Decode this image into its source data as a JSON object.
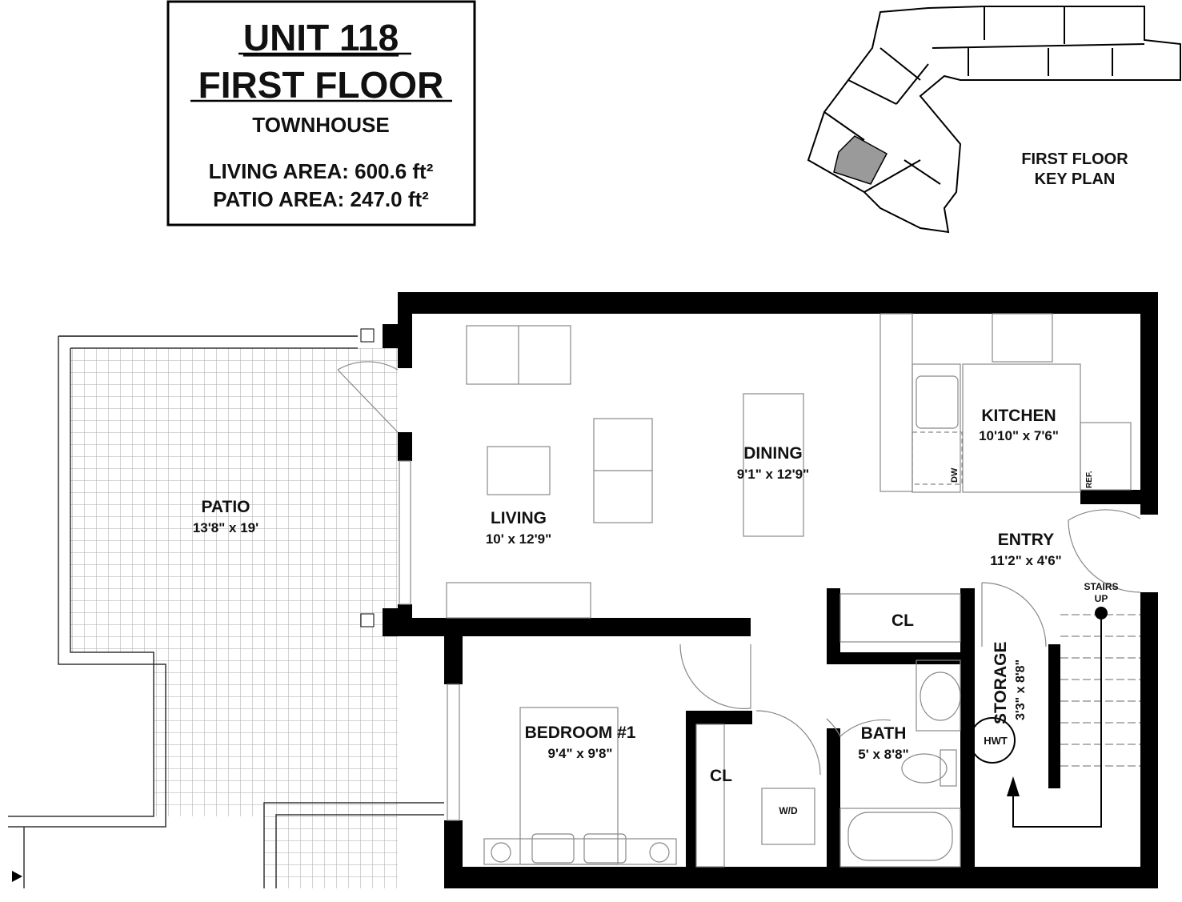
{
  "title_block": {
    "unit": "UNIT 118",
    "floor": "FIRST FLOOR",
    "type": "TOWNHOUSE",
    "living_area": "LIVING AREA: 600.6 ft²",
    "patio_area": "PATIO AREA: 247.0 ft²"
  },
  "key_plan": {
    "line1": "FIRST FLOOR",
    "line2": "KEY PLAN",
    "highlight_color": "#9a9a9a"
  },
  "rooms": {
    "patio": {
      "name": "PATIO",
      "size": "13'8\" x 19'"
    },
    "living": {
      "name": "LIVING",
      "size": "10' x 12'9\""
    },
    "dining": {
      "name": "DINING",
      "size": "9'1\" x 12'9\""
    },
    "kitchen": {
      "name": "KITCHEN",
      "size": "10'10\" x 7'6\""
    },
    "entry": {
      "name": "ENTRY",
      "size": "11'2\" x 4'6\""
    },
    "bedroom": {
      "name": "BEDROOM #1",
      "size": "9'4\" x 9'8\""
    },
    "closet_upper": {
      "name": "CL"
    },
    "closet_bedroom": {
      "name": "CL"
    },
    "bath": {
      "name": "BATH",
      "size": "5' x 8'8\""
    },
    "storage": {
      "name": "STORAGE",
      "size": "3'3\" x 8'8\""
    }
  },
  "fixtures": {
    "hwt": "HWT",
    "wd": "W/D",
    "dw": "DW",
    "ref": "REF.",
    "stairs_line1": "STAIRS",
    "stairs_line2": "UP"
  }
}
